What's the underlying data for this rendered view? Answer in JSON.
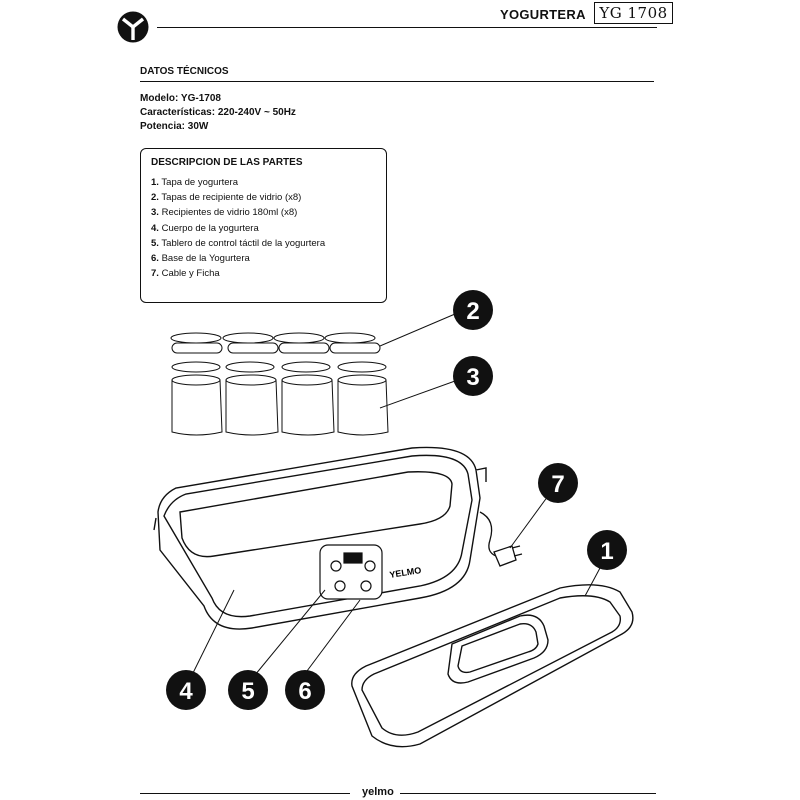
{
  "header": {
    "title": "YOGURTERA",
    "model_badge": "YG 1708",
    "logo_icon": "yelmo-y-logo-icon"
  },
  "specs": {
    "heading": "DATOS TÉCNICOS",
    "model": "Modelo: YG-1708",
    "characteristics": "Características: 220-240V ~ 50Hz",
    "power": "Potencia: 30W"
  },
  "parts": {
    "title": "DESCRIPCION DE LAS PARTES",
    "items": [
      {
        "num": "1.",
        "label": " Tapa de yogurtera"
      },
      {
        "num": "2.",
        "label": " Tapas de recipiente de vidrio (x8)"
      },
      {
        "num": "3.",
        "label": " Recipientes de vidrio 180ml (x8)"
      },
      {
        "num": "4.",
        "label": " Cuerpo de la yogurtera"
      },
      {
        "num": "5.",
        "label": " Tablero de control táctil de la yogurtera"
      },
      {
        "num": "6.",
        "label": " Base de la Yogurtera"
      },
      {
        "num": "7.",
        "label": " Cable y Ficha"
      }
    ]
  },
  "illustration": {
    "device_brand": "YELMO",
    "callouts": [
      "1",
      "2",
      "3",
      "4",
      "5",
      "6",
      "7"
    ]
  },
  "footer": {
    "brand": "yelmo"
  },
  "colors": {
    "ink": "#111111",
    "paper": "#ffffff"
  }
}
